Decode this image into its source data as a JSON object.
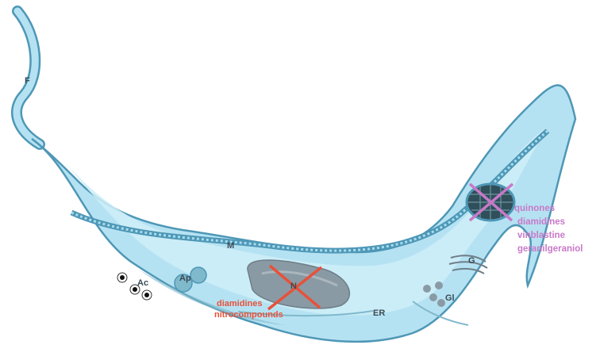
{
  "labels": {
    "flagellum": "F",
    "microtubules": "M",
    "acidocalcisomes": "Ac",
    "apicoplast": "Ap",
    "nucleus": "N",
    "endoplasmic_reticulum": "ER",
    "glycosomes": "Gl",
    "golgi": "G"
  },
  "nucleus_drugs": [
    "diamidines",
    "nitrocompounds"
  ],
  "kinetoplast_drugs": [
    "quinones",
    "diamidines",
    "vinblastine",
    "geranilgeraniol"
  ],
  "colors": {
    "cytoplasm": "#b5e2f2",
    "membrane": "#4e97b6",
    "inner_layer": "#cfeef8",
    "organelle": "#7fb9cc",
    "nucleus": "#8a9aa4",
    "nucleus_x": "#e8513a",
    "kinetoplast_x": "#c879c8",
    "label_red": "#e8513a",
    "label_pink": "#c879c8"
  }
}
